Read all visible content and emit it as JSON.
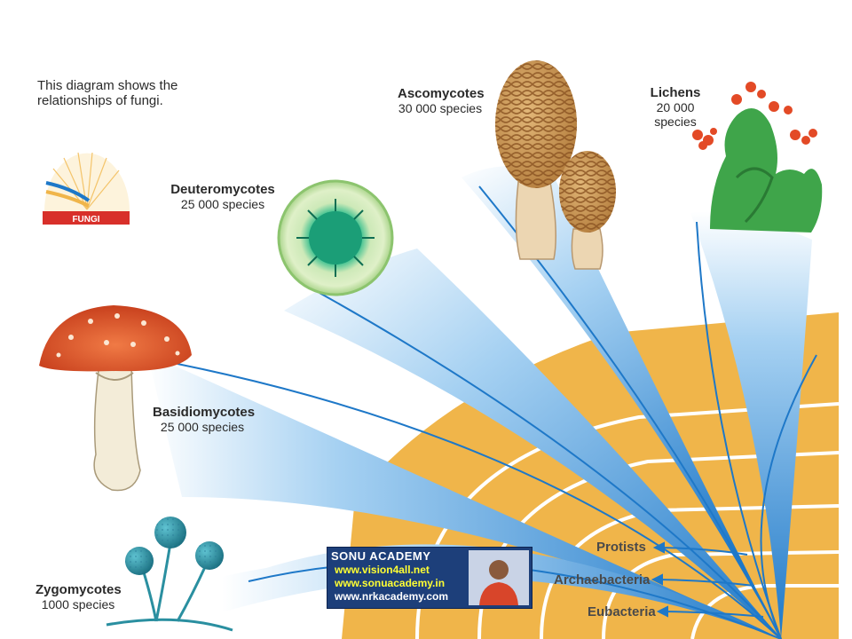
{
  "intro": {
    "line1": "This diagram shows the",
    "line2": "relationships of fungi."
  },
  "logo_label": "FUNGI",
  "groups": {
    "deuteromycotes": {
      "name": "Deuteromycotes",
      "count": "25 000 species"
    },
    "ascomycotes": {
      "name": "Ascomycotes",
      "count": "30 000 species"
    },
    "lichens": {
      "name": "Lichens",
      "count": "20 000 species"
    },
    "basidiomycotes": {
      "name": "Basidiomycotes",
      "count": "25 000 species"
    },
    "zygomycotes": {
      "name": "Zygomycotes",
      "count": "1000 species"
    }
  },
  "kingdoms": {
    "protists": "Protists",
    "archaebacteria": "Archaebacteria",
    "eubacteria": "Eubacteria"
  },
  "watermark": {
    "title": "SONU ACADEMY",
    "line1": "www.vision4all.net",
    "line2": "www.sonuacademy.in",
    "line3": "www.nrkacademy.com"
  },
  "colors": {
    "branch_blue": "#1e78c8",
    "tree_orange": "#f0b54a",
    "mushroom_cap": "#e0542a",
    "lichen_green": "#3fa54a",
    "zygo_teal": "#2a8fa0"
  }
}
